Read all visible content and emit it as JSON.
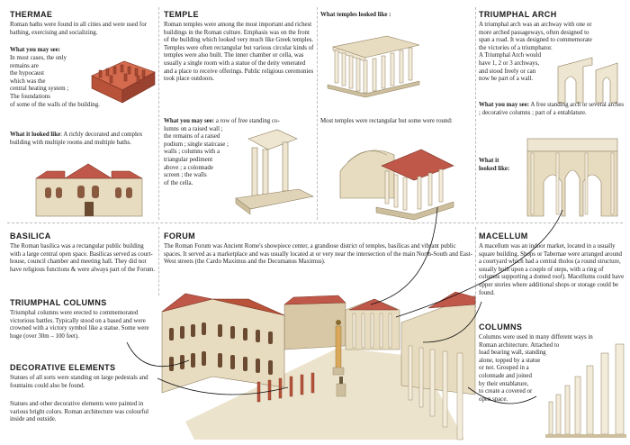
{
  "thermae": {
    "heading": "THERMAE",
    "intro": "Roman baths were found in all cities and were used for bathing, exercising and socializing.",
    "see_label": "What you may see:",
    "see_lines": [
      "In most cases, the only",
      "remains are",
      "the hypocaust",
      "which was the",
      "central heating system ;",
      "The foundations",
      "of some of the walls of the building."
    ],
    "looked_label": "What it looked like",
    "looked_text": ": A richly decorated and complex building with multiple rooms and multiple baths."
  },
  "temple": {
    "heading": "TEMPLE",
    "intro": "Roman temples were among the most important and richest buildings in the Roman culture. Emphasis was on the front of the building which looked very much like Greek temples. Temples were often rectangular but various circular kinds of temples were also built. The inner chamber or cella, was usually a single room with a statue of the deity venerated and a place to receive offerings. Public religious ceremonies took place outdoors.",
    "see_label": "What you may see:",
    "see_lines": [
      "a row of free standing co-",
      "lumns on a raised wall ;",
      "the remains of a raised",
      "podium ; single staircase ;",
      "walls ; columns with a",
      "triangular pediment",
      "above ; a colonnade",
      "screen ; the walls",
      "of the cella."
    ],
    "looked_label": "What temples looked like :",
    "looked_text": "Most temples were rectangular but some were round:"
  },
  "arch": {
    "heading": "TRIUMPHAL ARCH",
    "intro_lines": [
      "A triumphal arch was an archway with one or",
      "more arched passageways, often designed to",
      "span a road. It was designed to commemorate",
      "the victories of a triumphator.",
      "A Triumphal Arch would",
      "have 1, 2 or 3 archways,",
      "and stood freely or can",
      "now be part of a wall."
    ],
    "see_label": "What you may see:",
    "see_text": "A free standing arch or several arches ; decorative columns ; part of a entablature.",
    "looked_label": "What it",
    "looked_label2": "looked like:"
  },
  "basilica": {
    "heading": "BASILICA",
    "text": "The Roman basilica was a rectangular public building with a large central open space. Basilicas served as court-house, council chamber and meeting hall. They did not have religious functions & were always part of the Forum."
  },
  "columns_triumphal": {
    "heading": "TRIUMPHAL COLUMNS",
    "text": "Triumphal columns were erected to commemorated victorious battles. Typically stood on a based and were crowned with a victory symbol like a statue. Some were huge (over 30m – 100 feet)."
  },
  "decorative": {
    "heading": "DECORATIVE ELEMENTS",
    "text1": "Statues of all sorts were standing on large pedestals and fountains could also be found.",
    "text2": "Statues and other decorative elements were painted in various bright colors. Roman architecture was colourful inside and outside."
  },
  "forum": {
    "heading": "FORUM",
    "text": "The Roman Forum was Ancient Rome's showpiece center, a grandiose district of temples, basilicas and vibrant public spaces. It served as a marketplace and was usually located at or very near the intersection of the main North-South and East-West streets (the Cardo Maximus and the Decumanus Maximus)."
  },
  "macellum": {
    "heading": "MACELLUM",
    "text": "A macellum was an indoor market, located in a usually square building. Shops or Tabernae were arranged around a courtyard which had a central tholos (a round structure, usually built upon a couple of steps, with a ring of columns supporting a domed roof). Macellums could have upper stories where additional shops or storage could be found."
  },
  "columns": {
    "heading": "COLUMNS",
    "lines": [
      "Columns were used in many different ways in",
      "Roman architecture. Attached to",
      "load bearing wall, standing",
      "alone, topped by a statue",
      "or not. Grouped in a",
      "colonnade and joined",
      "by their entablature,",
      "to create a covered or",
      "open space."
    ]
  },
  "colors": {
    "terracotta": "#b8533a",
    "roof": "#c0584a",
    "stone": "#efe6d2",
    "stone_dark": "#cdbf9e",
    "wall": "#e8dcc0"
  }
}
